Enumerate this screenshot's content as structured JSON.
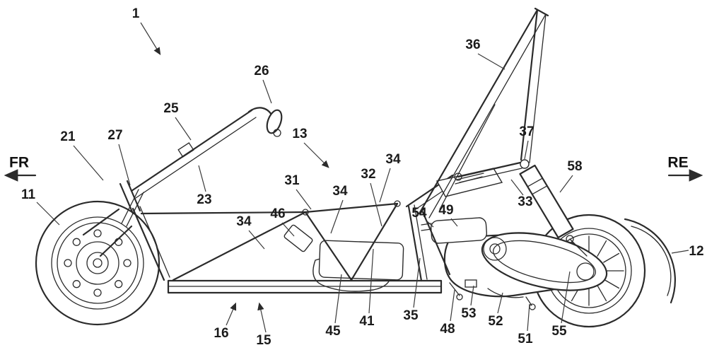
{
  "figure": {
    "direction_front": "FR",
    "direction_rear": "RE"
  },
  "style": {
    "line_color": "#2b2b2b",
    "label_color": "#1b1b1b",
    "background": "#ffffff"
  },
  "ref_labels": [
    {
      "part": "vehicle-overall",
      "text": "1"
    },
    {
      "part": "roll-mast",
      "text": "36"
    },
    {
      "part": "handlebar-grip",
      "text": "26"
    },
    {
      "part": "steering-column",
      "text": "25"
    },
    {
      "part": "front-upper-member",
      "text": "21"
    },
    {
      "part": "front-arm",
      "text": "27"
    },
    {
      "part": "frame-middle",
      "text": "13"
    },
    {
      "part": "shock-upper-mount",
      "text": "37"
    },
    {
      "part": "frame-tube-a",
      "text": "34"
    },
    {
      "part": "frame-tube-b",
      "text": "32"
    },
    {
      "part": "rear-shock",
      "text": "58"
    },
    {
      "part": "front-wheel",
      "text": "11"
    },
    {
      "part": "column-lower",
      "text": "23"
    },
    {
      "part": "frame-tube-c",
      "text": "31"
    },
    {
      "part": "frame-tube-d",
      "text": "34"
    },
    {
      "part": "mast-lower-tube",
      "text": "33"
    },
    {
      "part": "bracket-a",
      "text": "54"
    },
    {
      "part": "air-box",
      "text": "49"
    },
    {
      "part": "bracket-plate",
      "text": "46"
    },
    {
      "part": "frame-tube-e",
      "text": "34"
    },
    {
      "part": "rear-fender",
      "text": "12"
    },
    {
      "part": "rear-upright",
      "text": "35"
    },
    {
      "part": "bracket-b",
      "text": "48"
    },
    {
      "part": "bracket-c",
      "text": "53"
    },
    {
      "part": "case-lower",
      "text": "52"
    },
    {
      "part": "tank",
      "text": "41"
    },
    {
      "part": "engine-lower",
      "text": "45"
    },
    {
      "part": "engine-mount",
      "text": "51"
    },
    {
      "part": "transmission-cover",
      "text": "55"
    },
    {
      "part": "floor-board",
      "text": "16"
    },
    {
      "part": "floor-frame",
      "text": "15"
    }
  ]
}
